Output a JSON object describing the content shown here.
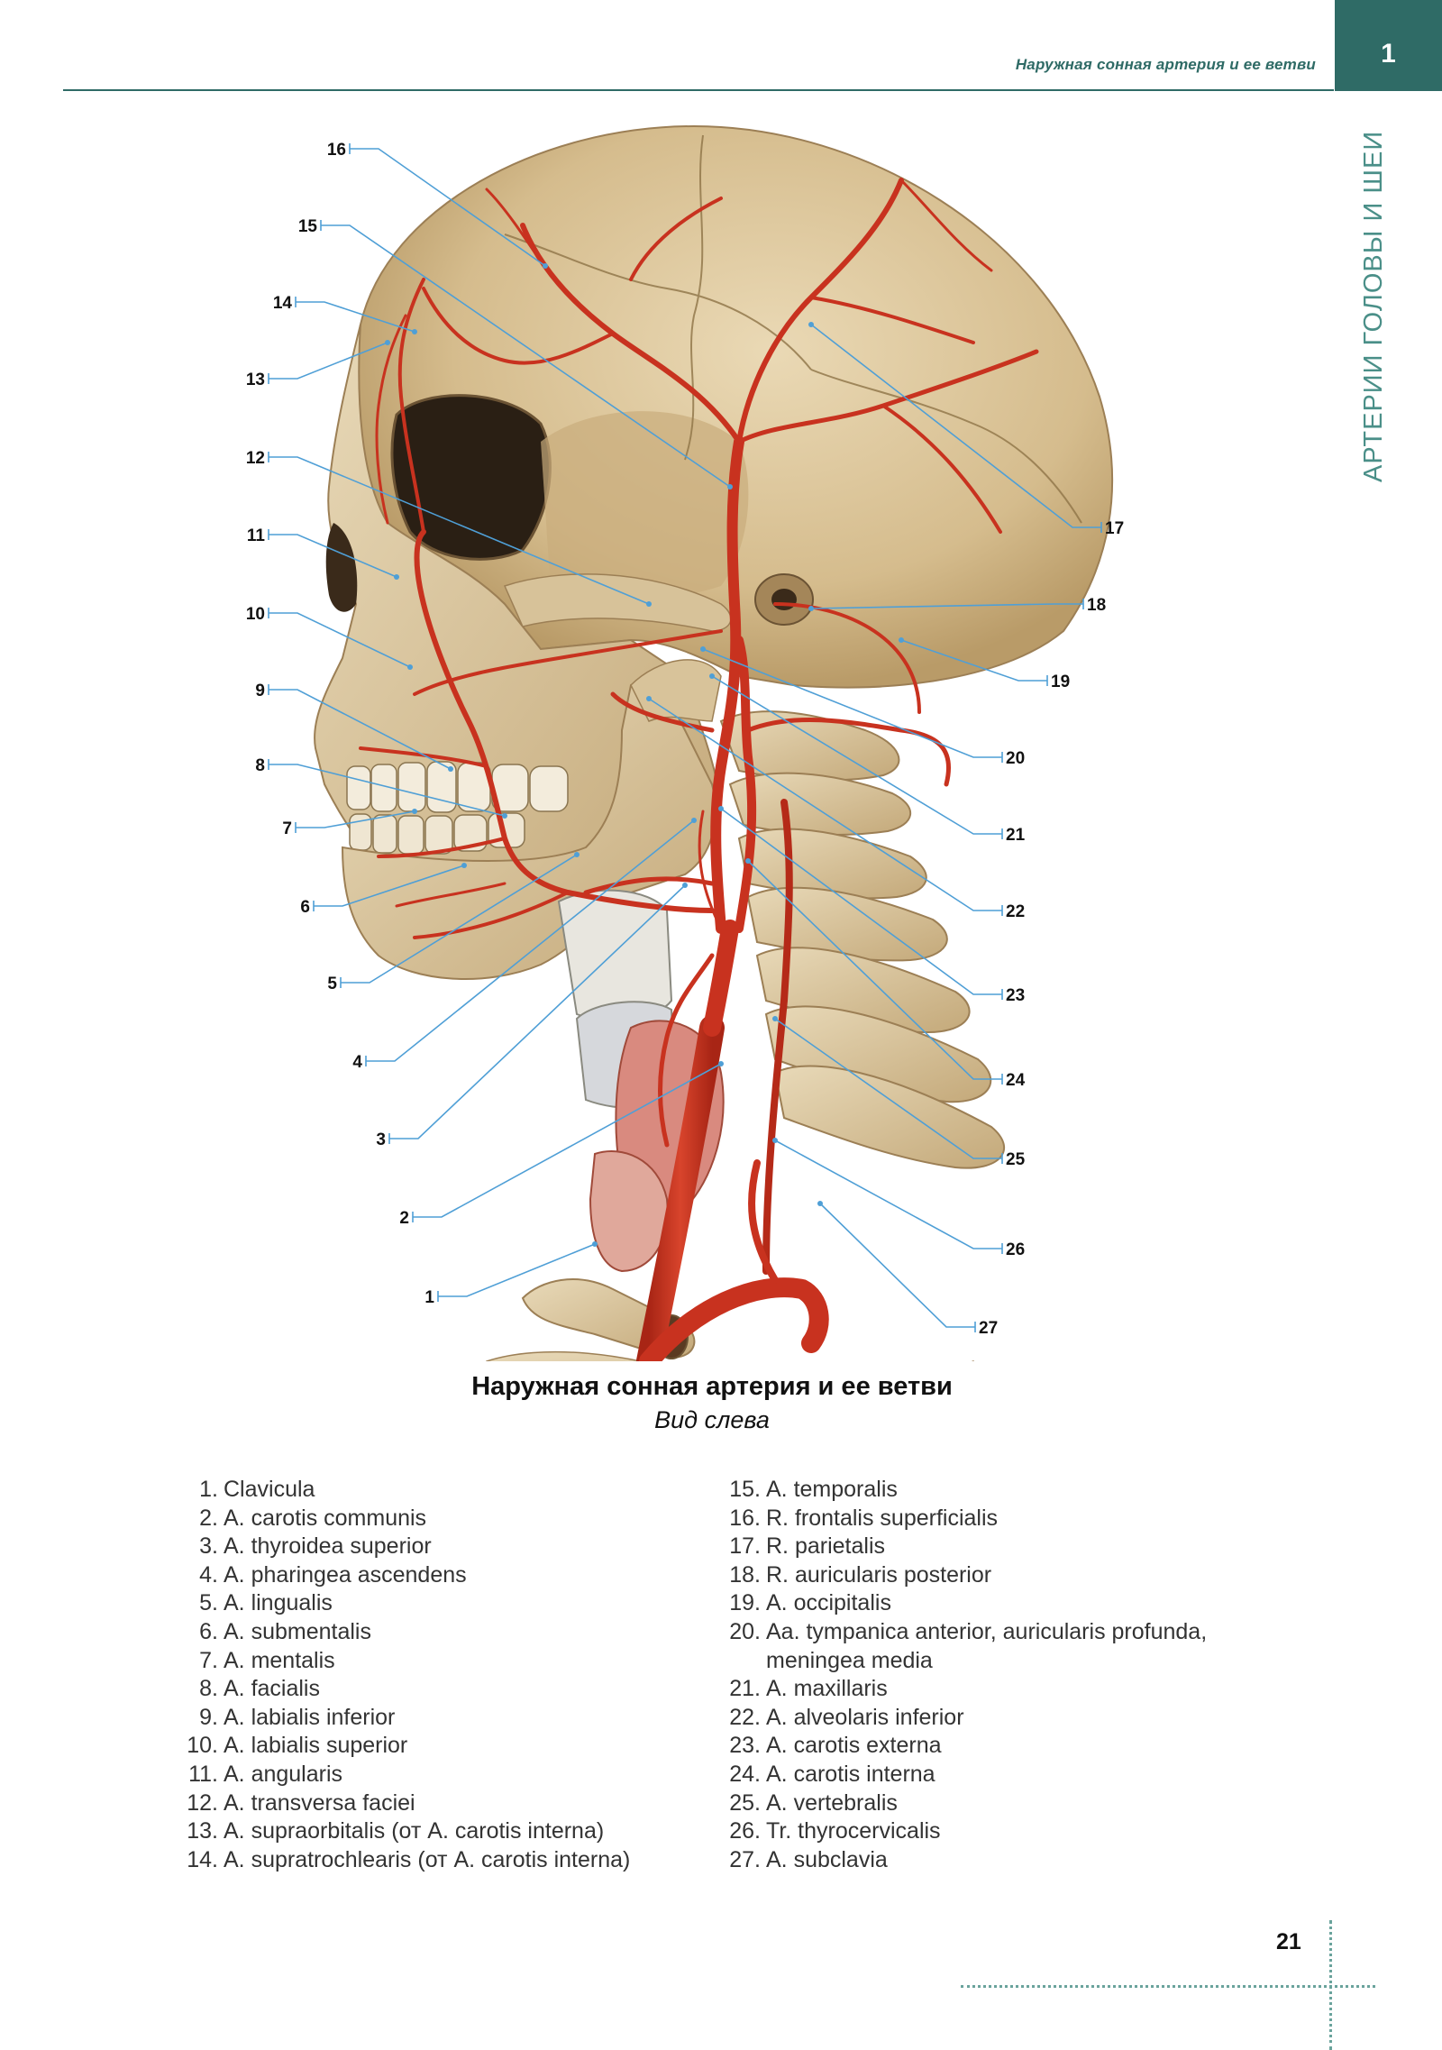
{
  "header": {
    "running_head": "Наружная сонная артерия и ее ветви",
    "section_number": "1",
    "side_title": "АРТЕРИИ ГОЛОВЫ И ШЕИ"
  },
  "figure": {
    "callouts": [
      "1",
      "2",
      "3",
      "4",
      "5",
      "6",
      "7",
      "8",
      "9",
      "10",
      "11",
      "12",
      "13",
      "14",
      "15",
      "16",
      "17",
      "18",
      "19",
      "20",
      "21",
      "22",
      "23",
      "24",
      "25",
      "26",
      "27"
    ]
  },
  "caption": {
    "title": "Наружная сонная артерия и ее ветви",
    "subtitle": "Вид слева"
  },
  "legend": {
    "left": [
      {
        "num": "1.",
        "text": "Clavicula"
      },
      {
        "num": "2.",
        "text": "A. carotis communis"
      },
      {
        "num": "3.",
        "text": "A. thyroidea superior"
      },
      {
        "num": "4.",
        "text": "A. pharingea ascendens"
      },
      {
        "num": "5.",
        "text": "A. lingualis"
      },
      {
        "num": "6.",
        "text": "A. submentalis"
      },
      {
        "num": "7.",
        "text": "A. mentalis"
      },
      {
        "num": "8.",
        "text": "A. facialis"
      },
      {
        "num": "9.",
        "text": "A. labialis inferior"
      },
      {
        "num": "10.",
        "text": "A. labialis superior"
      },
      {
        "num": "11.",
        "text": "A. angularis"
      },
      {
        "num": "12.",
        "text": "A. transversa faciei"
      },
      {
        "num": "13.",
        "text": "A. supraorbitalis (от A. carotis interna)"
      },
      {
        "num": "14.",
        "text": "A. supratrochlearis (от A. carotis interna)"
      }
    ],
    "right": [
      {
        "num": "15.",
        "text": "A. temporalis"
      },
      {
        "num": "16.",
        "text": "R. frontalis superficialis"
      },
      {
        "num": "17.",
        "text": "R. parietalis"
      },
      {
        "num": "18.",
        "text": "R. auricularis posterior"
      },
      {
        "num": "19.",
        "text": "A. occipitalis"
      },
      {
        "num": "20.",
        "text": "Aa. tympanica anterior, auricularis profunda,",
        "cont": "meningea media"
      },
      {
        "num": "21.",
        "text": "A. maxillaris"
      },
      {
        "num": "22.",
        "text": "A. alveolaris inferior"
      },
      {
        "num": "23.",
        "text": "A. carotis externa"
      },
      {
        "num": "24.",
        "text": "A. carotis interna"
      },
      {
        "num": "25.",
        "text": "A. vertebralis"
      },
      {
        "num": "26.",
        "text": "Tr. thyrocervicalis"
      },
      {
        "num": "27.",
        "text": "A. subclavia"
      }
    ]
  },
  "footer": {
    "page_number": "21"
  },
  "colors": {
    "accent": "#2f6b66",
    "leader": "#4f9fd6",
    "artery": "#c8321f",
    "bone": "#d9c39a"
  }
}
